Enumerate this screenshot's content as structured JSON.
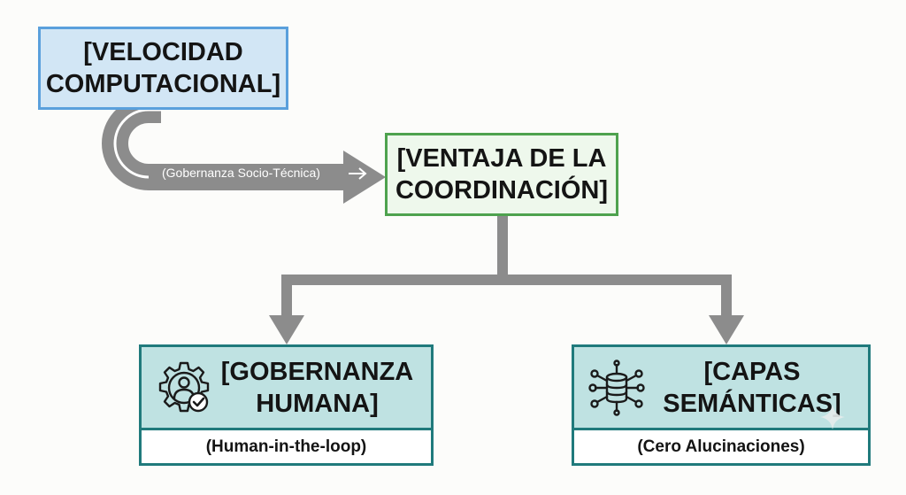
{
  "nodes": {
    "velocidad": {
      "line1": "[VELOCIDAD",
      "line2": "COMPUTACIONAL]"
    },
    "ventaja": {
      "line1": "[VENTAJA DE LA",
      "line2": "COORDINACIÓN]"
    },
    "gobernanza": {
      "line1": "[GOBERNANZA",
      "line2": "HUMANA]",
      "subtitle": "(Human-in-the-loop)",
      "icon": "gear-person-check-icon"
    },
    "capas": {
      "line1": "[CAPAS",
      "line2": "SEMÁNTICAS]",
      "subtitle": "(Cero Alucinaciones)",
      "icon": "database-network-icon"
    }
  },
  "edges": {
    "velocidad_to_ventaja": {
      "label": "(Gobernanza Socio-Técnica)"
    }
  },
  "colors": {
    "velocidad_fill": "#d2e6f5",
    "velocidad_border": "#5aa0dc",
    "ventaja_fill": "#eef8ec",
    "ventaja_border": "#4ea24e",
    "card_fill": "#bfe2e2",
    "card_border": "#207a7c",
    "connector": "#8c8c8c"
  }
}
